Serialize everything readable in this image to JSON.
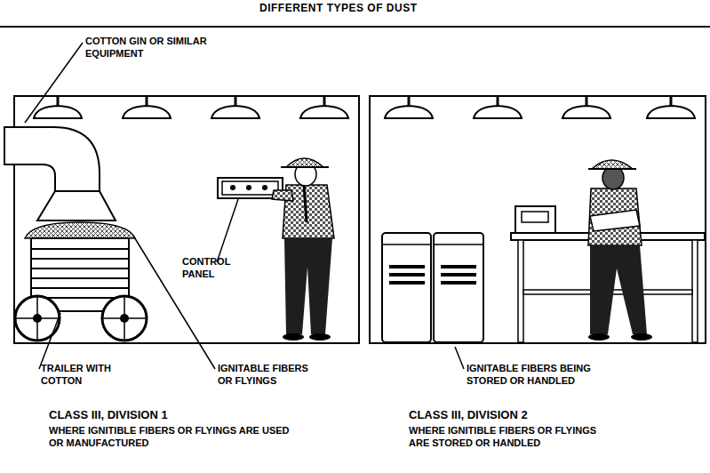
{
  "diagram": {
    "title": "DIFFERENT TYPES OF DUST",
    "nodes": [
      {
        "text": [
          "CLASS III, DIVISION 1",
          "WHERE IGNITIBLE FIBERS OR FLYINGS ARE USED OR MANUFACTURED"
        ]
      },
      {
        "text": [
          "CLASS III, DIVISION 2",
          "WHERE IGNITIBLE FIBERS OR FLYINGS ARE STORED OR HANDLED"
        ]
      }
    ],
    "labels": [
      "COTTON GIN OR SIMILAR EQUIPMENT",
      "CONTROL PANEL",
      "TRAILER WITH COTTON",
      "IGNITABLE FIBERS OR FLYINGS",
      "IGNITABLE FIBERS BEING STORED OR HANDLED"
    ]
  }
}
